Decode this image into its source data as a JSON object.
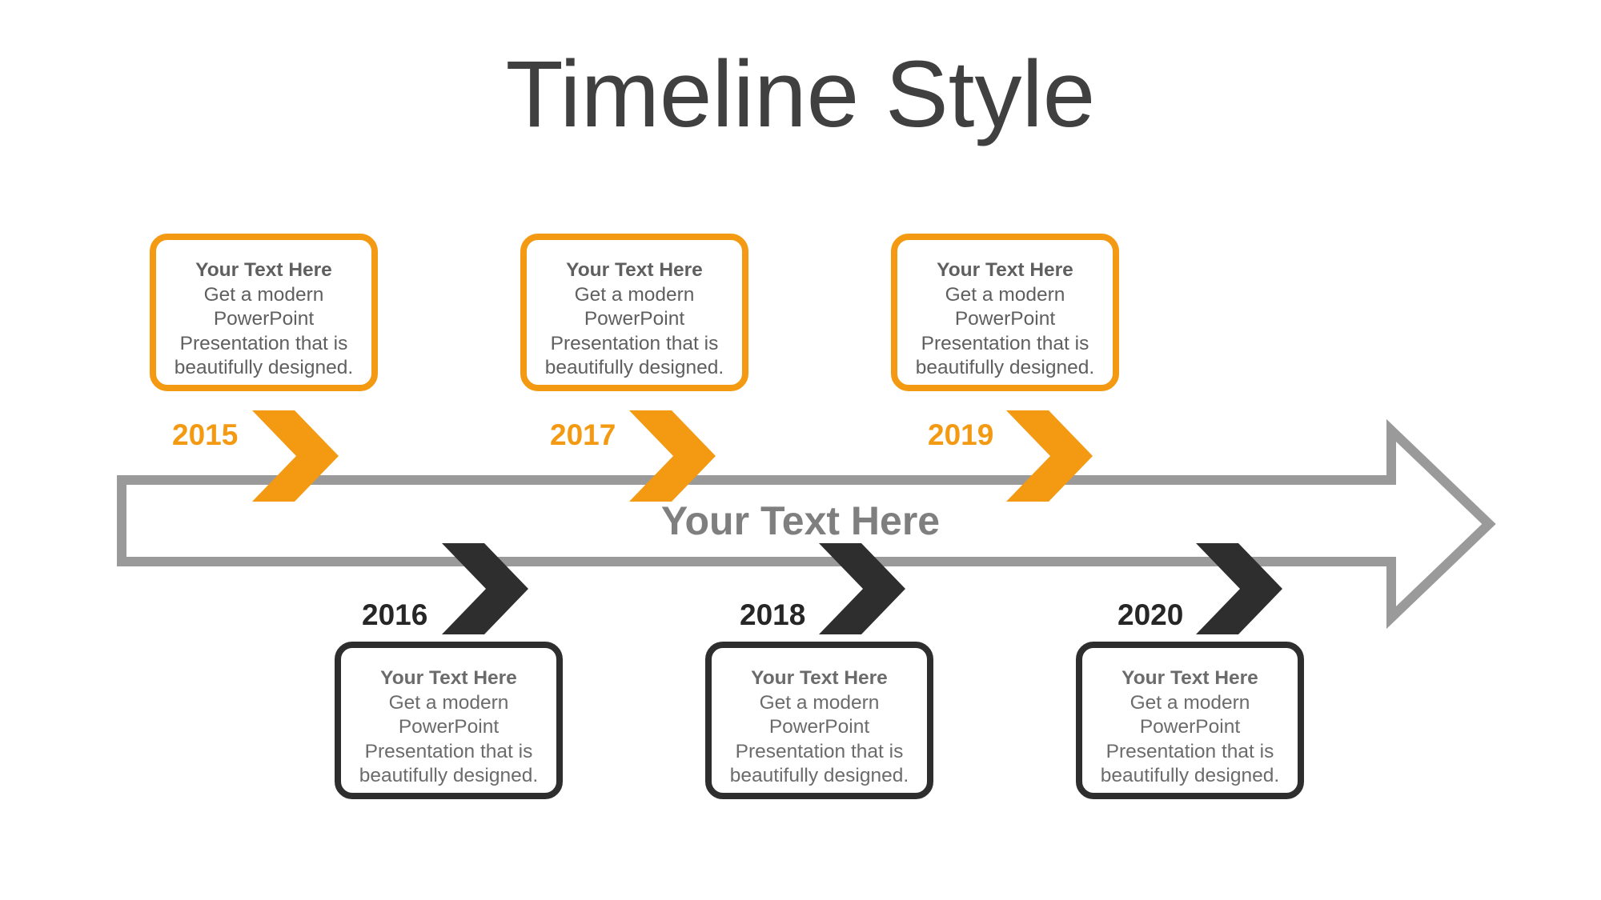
{
  "slide": {
    "title": "Timeline Style",
    "center_text": "Your Text Here"
  },
  "colors": {
    "accent_orange": "#f39912",
    "dark": "#2e2e2e",
    "arrow_gray": "#9a9a9a",
    "title_gray": "#404040"
  },
  "milestones": [
    {
      "year": "2015",
      "heading": "Your Text Here",
      "body": "Get a modern PowerPoint Presentation that is beautifully designed."
    },
    {
      "year": "2016",
      "heading": "Your Text Here",
      "body": "Get a modern PowerPoint Presentation that is beautifully designed."
    },
    {
      "year": "2017",
      "heading": "Your Text Here",
      "body": "Get a modern PowerPoint Presentation that is beautifully designed."
    },
    {
      "year": "2018",
      "heading": "Your Text Here",
      "body": "Get a modern PowerPoint Presentation that is beautifully designed."
    },
    {
      "year": "2019",
      "heading": "Your Text Here",
      "body": "Get a modern PowerPoint Presentation that is beautifully designed."
    },
    {
      "year": "2020",
      "heading": "Your Text Here",
      "body": "Get a modern PowerPoint Presentation that is beautifully designed."
    }
  ]
}
